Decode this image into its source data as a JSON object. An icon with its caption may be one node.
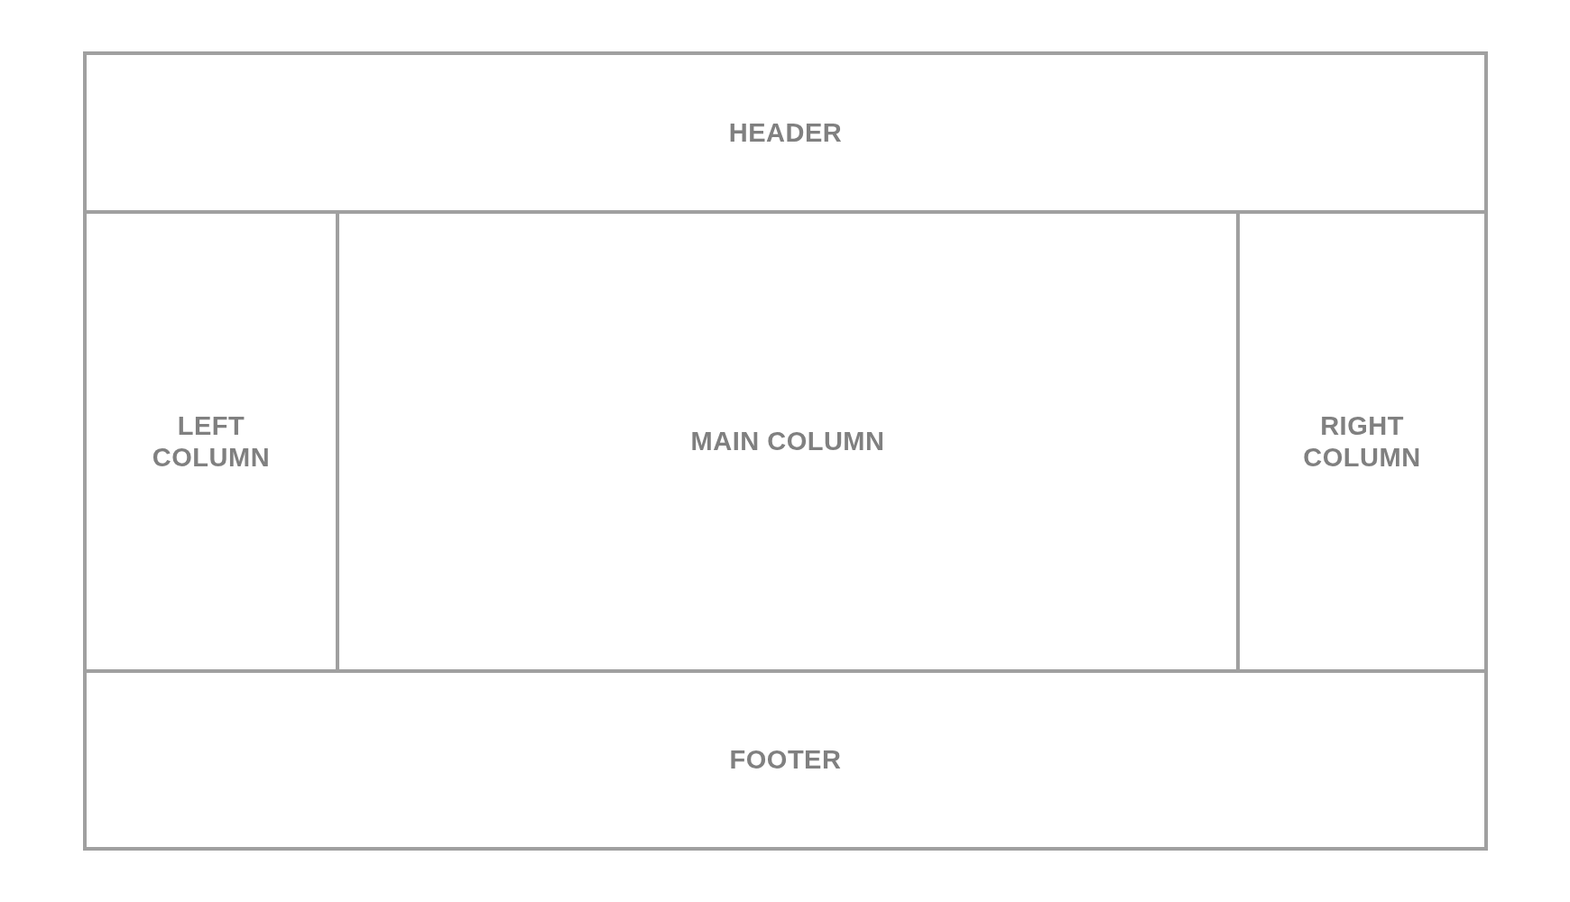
{
  "diagram": {
    "nodes": [
      {
        "text": [
          "HEADER"
        ]
      },
      {
        "text": [
          "LEFT COLUMN"
        ]
      },
      {
        "text": [
          "MAIN COLUMN"
        ]
      },
      {
        "text": [
          "RIGHT COLUMN"
        ]
      },
      {
        "text": [
          "FOOTER"
        ]
      }
    ]
  }
}
